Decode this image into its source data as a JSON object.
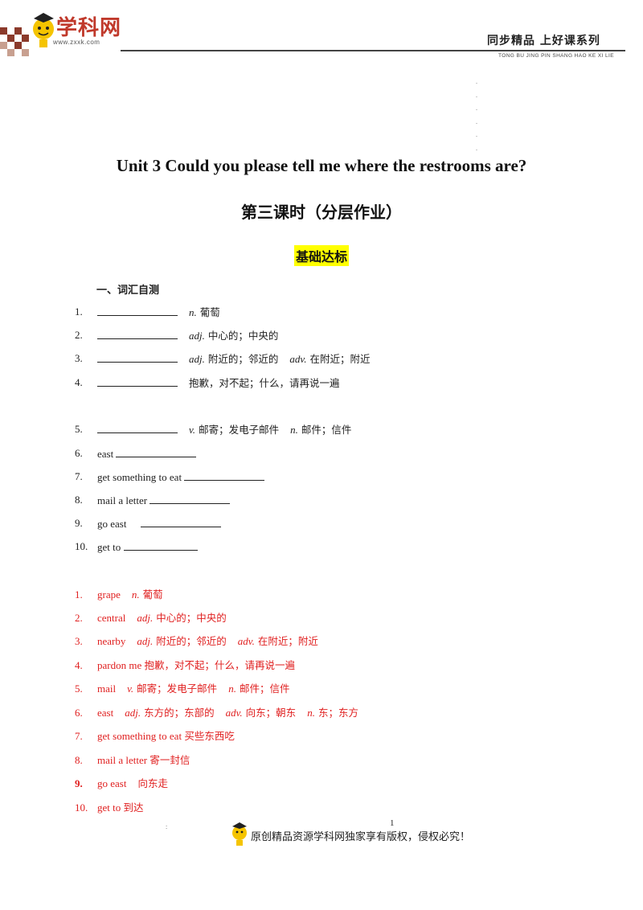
{
  "header": {
    "logo_text": "学科网",
    "logo_url_text": "www.zxxk.com",
    "series_title": "同步精品  上好课系列",
    "series_pinyin": "TONG BU JING PIN SHANG HAO KE XI LIE",
    "dots": ".\n.\n.\n.\n.\n."
  },
  "title": "Unit  3  Could you please tell me where the restrooms are?",
  "subtitle": "第三课时（分层作业）",
  "level": "基础达标",
  "section_heading": "一、词汇自测",
  "questions": [
    {
      "num": "1.",
      "pos1": "n.",
      "cn1": "葡萄"
    },
    {
      "num": "2.",
      "pos1": "adj.",
      "cn1": "中心的；中央的"
    },
    {
      "num": "3.",
      "pos1": "adj.",
      "cn1": "附近的；邻近的",
      "pos2": "adv.",
      "cn2": "在附近；附近"
    },
    {
      "num": "4.",
      "cn1": "抱歉，对不起；什么，请再说一遍"
    },
    {
      "num": "5.",
      "pos1": "v.",
      "cn1": "邮寄；发电子邮件",
      "pos2": "n.",
      "cn2": "邮件；信件"
    },
    {
      "num": "6.",
      "en": "east"
    },
    {
      "num": "7.",
      "en": "get something to eat"
    },
    {
      "num": "8.",
      "en": "mail a letter"
    },
    {
      "num": "9.",
      "en": "go east"
    },
    {
      "num": "10.",
      "en": "get  to"
    }
  ],
  "answers": [
    {
      "num": "1.",
      "en": "grape",
      "pos1": "n.",
      "cn1": "葡萄"
    },
    {
      "num": "2.",
      "en": "central",
      "pos1": "adj.",
      "cn1": "中心的；中央的"
    },
    {
      "num": "3.",
      "en": "nearby",
      "pos1": "adj.",
      "cn1": "附近的；邻近的",
      "pos2": "adv.",
      "cn2": "在附近；附近"
    },
    {
      "num": "4.",
      "en": "pardon me",
      "cn1": "抱歉，对不起；什么，请再说一遍"
    },
    {
      "num": "5.",
      "en": "mail",
      "pos1": "v.",
      "cn1": "邮寄；发电子邮件",
      "pos2": "n.",
      "cn2": "邮件；信件"
    },
    {
      "num": "6.",
      "en": "east",
      "pos1": "adj.",
      "cn1": "东方的；东部的",
      "pos2": "adv.",
      "cn2": "向东；朝东",
      "pos3": "n.",
      "cn3": "东；东方"
    },
    {
      "num": "7.",
      "en": "get something to eat",
      "cn1": "买些东西吃"
    },
    {
      "num": "8.",
      "en": "mail a letter",
      "cn1": "寄一封信"
    },
    {
      "num": "9.",
      "en": "go east",
      "cn1": "向东走"
    },
    {
      "num": "10.",
      "en": "get  to",
      "cn1": "到达"
    }
  ],
  "footer": {
    "copyright": "原创精品资源学科网独家享有版权，侵权必究！",
    "page_number": "1",
    "mark": ":"
  },
  "colors": {
    "answer": "#e02020",
    "highlight": "#ffff00",
    "logo": "#c0392b"
  }
}
